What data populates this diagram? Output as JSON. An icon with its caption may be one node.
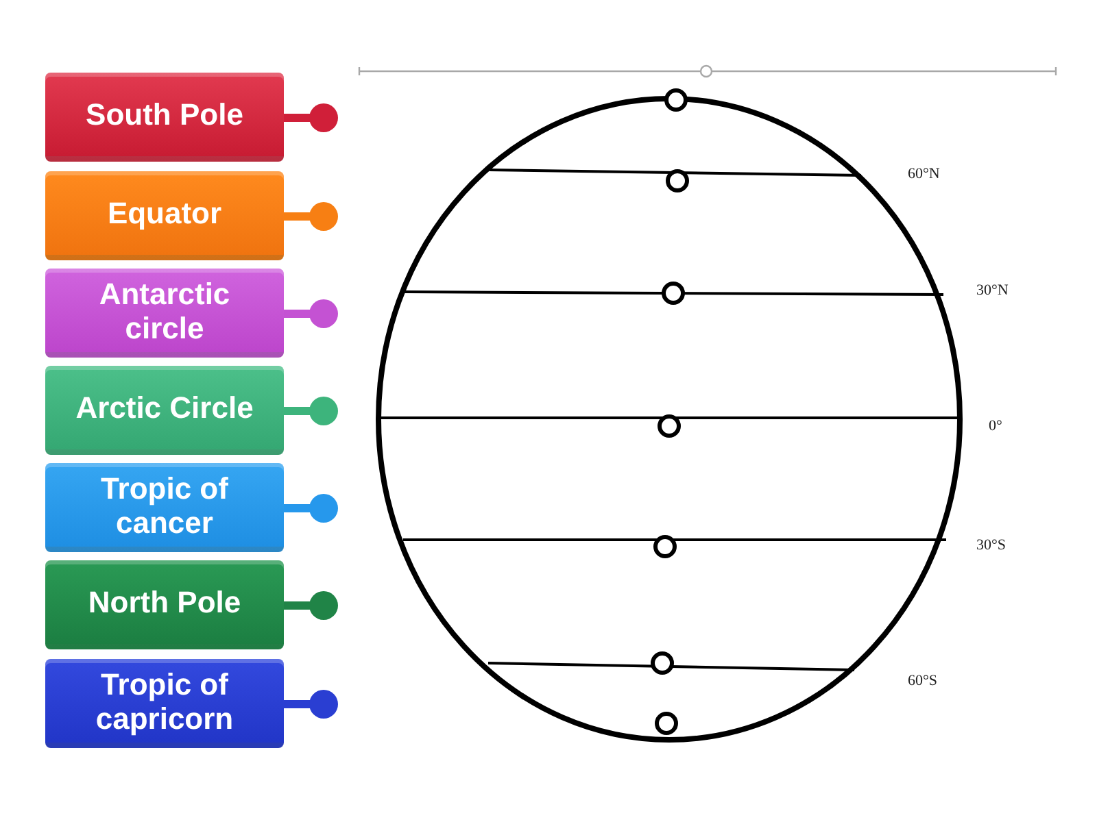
{
  "diagram": {
    "nodes": [
      {
        "text": [
          "South Pole"
        ]
      },
      {
        "text": [
          "Equator"
        ]
      },
      {
        "text": [
          "Antarctic circle"
        ]
      },
      {
        "text": [
          "Arctic Circle"
        ]
      },
      {
        "text": [
          "Tropic of cancer"
        ]
      },
      {
        "text": [
          "North Pole"
        ]
      },
      {
        "text": [
          "Tropic of capricorn"
        ]
      }
    ],
    "labels": [
      "60°N",
      "30°N",
      "0°",
      "30°S",
      "60°S"
    ]
  }
}
